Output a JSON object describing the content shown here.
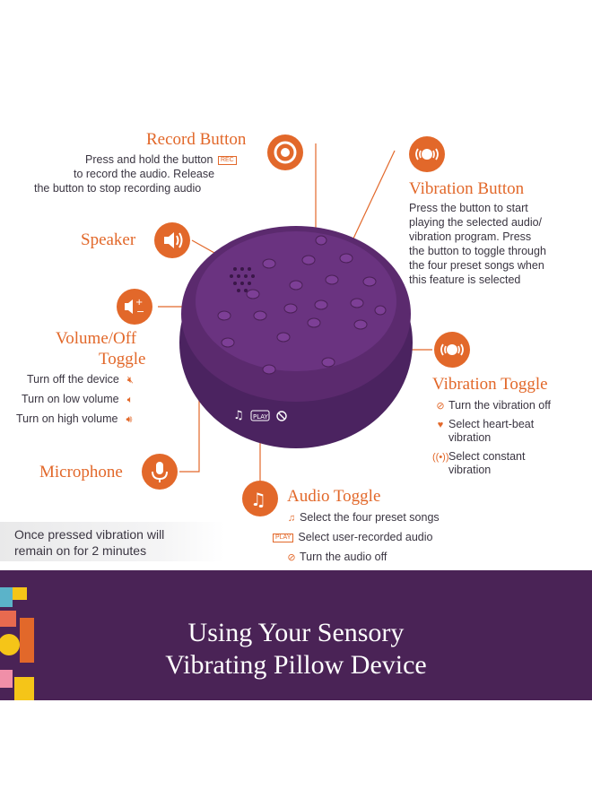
{
  "record": {
    "title": "Record Button",
    "desc_line1": "Press and hold the button",
    "desc_inline": "REC",
    "desc_line2": "to record the audio. Release",
    "desc_line3": "the button to stop recording audio"
  },
  "vibration_button": {
    "title": "Vibration Button",
    "lines": [
      "Press the button to start",
      "playing the selected audio/",
      "vibration program. Press",
      "the button to toggle through",
      "the four preset songs when",
      "this feature is selected"
    ]
  },
  "speaker": {
    "title": "Speaker"
  },
  "volume": {
    "title_line1": "Volume/Off",
    "title_line2": "Toggle",
    "items": [
      "Turn off the device",
      "Turn on low volume",
      "Turn on high volume"
    ]
  },
  "vibration_toggle": {
    "title": "Vibration Toggle",
    "items": [
      {
        "text1": "Turn the vibration off",
        "text2": ""
      },
      {
        "text1": "Select heart-beat",
        "text2": "vibration"
      },
      {
        "text1": "Select constant",
        "text2": "vibration"
      }
    ]
  },
  "microphone": {
    "title": "Microphone"
  },
  "audio_toggle": {
    "title": "Audio Toggle",
    "items": [
      "Select the four preset songs",
      "Select user-recorded audio",
      "Turn the audio off"
    ],
    "play_badge": "PLAY"
  },
  "device_panel": {
    "play_badge": "PLAY"
  },
  "note": {
    "line1": "Once pressed vibration will",
    "line2": "remain on for 2 minutes"
  },
  "banner": {
    "line1": "Using Your Sensory",
    "line2": "Vibrating Pillow Device"
  },
  "colors": {
    "accent": "#e2682a",
    "banner": "#4a2356",
    "device": "#5b2a6e",
    "text": "#3a3541"
  }
}
